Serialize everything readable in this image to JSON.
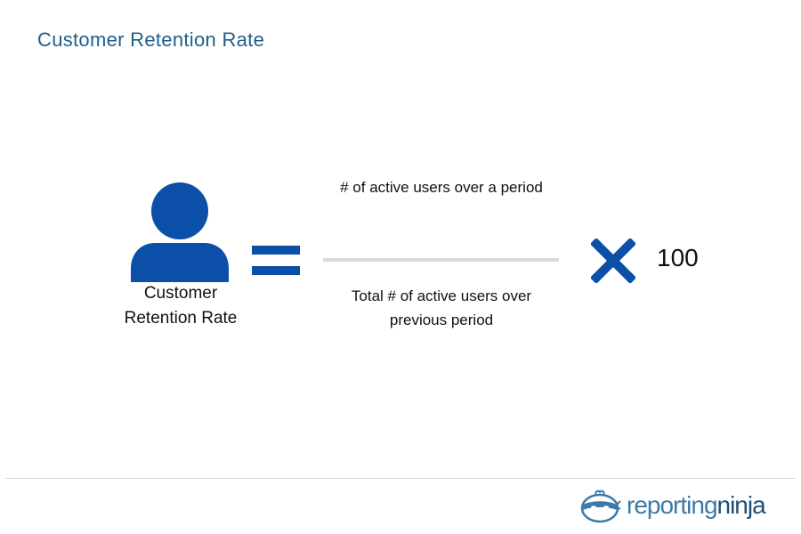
{
  "title": "Customer Retention Rate",
  "result_label": "Customer\nRetention Rate",
  "fraction": {
    "numerator": "# of active users over a period",
    "denominator": "Total # of active users over previous period"
  },
  "multiplier": "100",
  "brand": {
    "word_1": "reporting",
    "word_2": "ninja"
  },
  "colors": {
    "title": "#1f5f8b",
    "icon_blue": "#0b4fa8",
    "fraction_bar": "#d9d9d9",
    "logo_light": "#3d7aa8",
    "logo_dark": "#1f4f76"
  },
  "icons": {
    "person": "person-icon",
    "equals": "equals-icon",
    "times": "times-icon",
    "logo": "ninja-logo-icon"
  }
}
